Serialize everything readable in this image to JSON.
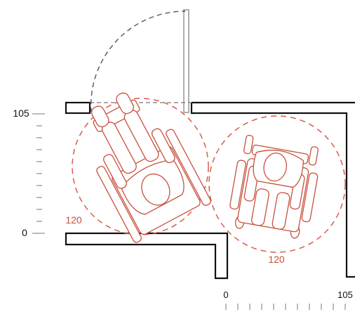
{
  "diagram": {
    "colors": {
      "wall": "#111111",
      "door_leaf": "#9a9a9a",
      "swing_arc": "#555555",
      "turning_circle": "#d95c4a",
      "wheelchair": "#c8503c",
      "annotation": "#c8503c",
      "scale_text": "#111111",
      "scale_ticks": "#777777"
    },
    "vertical_scale": {
      "top_label": "105",
      "bottom_label": "0"
    },
    "horizontal_scale": {
      "left_label": "0",
      "right_label": "105"
    },
    "turning_circles": [
      {
        "label": "120"
      },
      {
        "label": "120"
      }
    ]
  }
}
